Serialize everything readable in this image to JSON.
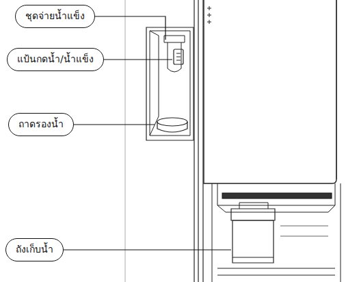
{
  "diagram": {
    "nodes": [
      {
        "text": [
          "ชุดจ่ายน้ำแข็ง"
        ]
      },
      {
        "text": [
          "แป้นกดน้ำ/น้ำแข็ง"
        ]
      },
      {
        "text": [
          "ถาดรองน้ำ"
        ]
      },
      {
        "text": [
          "ถังเก็บน้ำ"
        ]
      }
    ]
  }
}
